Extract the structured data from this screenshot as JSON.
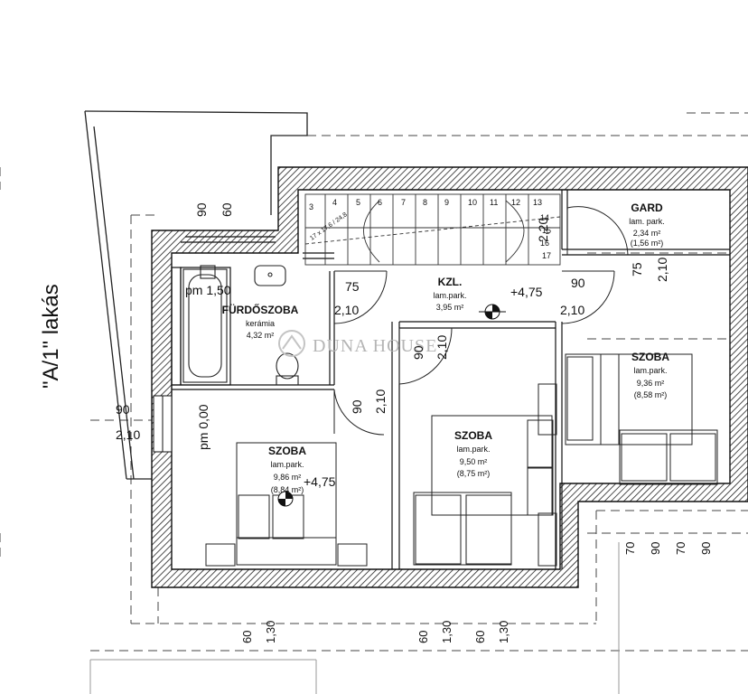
{
  "side_label": "\"A/1\" lakás",
  "watermark": "DUNA HOUSE",
  "rooms": {
    "bathroom": {
      "name": "FÜRDŐSZOBA",
      "material": "kerámia",
      "area": "4,32 m²"
    },
    "hall": {
      "name": "KZL.",
      "material": "lam.park.",
      "area": "3,95 m²"
    },
    "wardrobe": {
      "name": "GARD",
      "material": "lam. park.",
      "area": "2,34 m²",
      "area_net": "(1,56 m²)"
    },
    "room_left": {
      "name": "SZOBA",
      "material": "lam.park.",
      "area": "9,86 m²",
      "area_net": "(8,84 m²)"
    },
    "room_middle": {
      "name": "SZOBA",
      "material": "lam.park.",
      "area": "9,50 m²",
      "area_net": "(8,75 m²)"
    },
    "room_right": {
      "name": "SZOBA",
      "material": "lam.park.",
      "area": "9,36 m²",
      "area_net": "(8,58 m²)"
    }
  },
  "levels": {
    "hall": "+4,75",
    "room_left": "+4,75"
  },
  "parapets": {
    "bathroom": "pm 1,50",
    "room_left": "pm 0,00"
  },
  "openings": {
    "top_window": {
      "width": "90",
      "height": "60"
    },
    "bath_door": {
      "width": "75",
      "height": "2,10"
    },
    "mid_door": {
      "width": "90",
      "height": "2,10"
    },
    "left_room_door": {
      "width": "90",
      "height": "2,10"
    },
    "right_room_door": {
      "width": "90",
      "height": "2,10"
    },
    "wardrobe_door": {
      "width": "75",
      "height": "2,10"
    },
    "left_window": {
      "width": "90",
      "height": "2,10"
    },
    "stair_dim": "2,20"
  },
  "stairs": {
    "steps": [
      "3",
      "4",
      "5",
      "6",
      "7",
      "8",
      "9",
      "10",
      "11",
      "12",
      "13",
      "14",
      "15",
      "16",
      "17"
    ],
    "formula": "17 x 17,6 / 24,8"
  },
  "bottom_dims": [
    "60",
    "1,30",
    "60",
    "1,30",
    "60",
    "1,30"
  ],
  "right_dims": [
    "70",
    "90",
    "70",
    "90"
  ]
}
